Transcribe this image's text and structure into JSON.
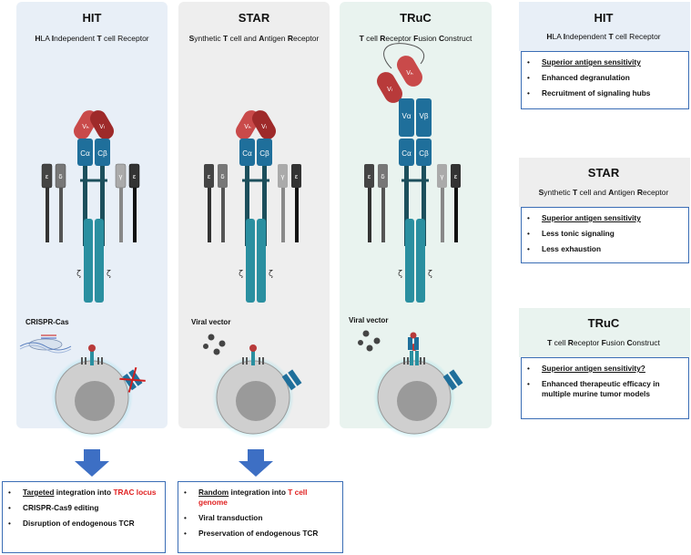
{
  "panels": {
    "hit": {
      "title": "HIT",
      "subtitle_parts": [
        "H",
        "LA ",
        "I",
        "ndependent ",
        "T",
        " cell Receptor"
      ],
      "method": "CRISPR-Cas"
    },
    "star": {
      "title": "STAR",
      "subtitle_parts": [
        "S",
        "ynthetic ",
        "T",
        " cell and ",
        "A",
        "ntigen ",
        "R",
        "eceptor"
      ],
      "method": "Viral vector"
    },
    "truc": {
      "title": "TRuC",
      "subtitle_parts": [
        "T",
        " cell ",
        "R",
        "eceptor ",
        "F",
        "usion ",
        "C",
        "onstruct"
      ],
      "method": "Viral vector"
    }
  },
  "diagram_labels": {
    "vh": "Vₕ",
    "vl": "Vₗ",
    "ca": "Cα",
    "cb": "Cβ",
    "va": "Vα",
    "vb": "Vβ",
    "epsilon": "ε",
    "delta": "δ",
    "gamma": "γ",
    "zeta": "ζ"
  },
  "right": {
    "hit": {
      "title": "HIT",
      "subtitle_parts": [
        "H",
        "LA ",
        "I",
        "ndependent ",
        "T",
        " cell Receptor"
      ],
      "items": [
        "Superior antigen sensitivity",
        "Enhanced degranulation",
        "Recruitment of signaling hubs"
      ]
    },
    "star": {
      "title": "STAR",
      "subtitle_parts": [
        "S",
        "ynthetic ",
        "T",
        " cell and ",
        "A",
        "ntigen ",
        "R",
        "eceptor"
      ],
      "items": [
        "Superior antigen sensitivity",
        "Less tonic signaling",
        "Less exhaustion"
      ]
    },
    "truc": {
      "title": "TRuC",
      "subtitle_parts": [
        "T",
        " cell ",
        "R",
        "eceptor ",
        "F",
        "usion ",
        "C",
        "onstruct"
      ],
      "items": [
        "Superior antigen sensitivity?",
        "Enhanced therapeutic efficacy in multiple murine tumor models"
      ]
    }
  },
  "bottom": {
    "hit": {
      "item1_prefix": "Targeted",
      "item1_middle": " integration into ",
      "item1_red": "TRAC locus",
      "item2": "CRISPR-Cas9 editing",
      "item3": "Disruption of endogenous TCR"
    },
    "star": {
      "item1_prefix": "Random",
      "item1_middle": " integration into ",
      "item1_red": "T cell genome",
      "item2": "Viral transduction",
      "item3": "Preservation of endogenous TCR"
    }
  },
  "bullet": "•",
  "colors": {
    "panel_hit": "#e8eff7",
    "panel_star": "#eeeeee",
    "panel_truc": "#e9f3ef",
    "receptor_blue": "#1f6f9b",
    "stalk_teal": "#2a8fa0",
    "antibody_red": "#b83a3a",
    "box_border": "#3a6db5",
    "arrow_blue": "#3d6fc4",
    "highlight_red": "#e02020"
  }
}
